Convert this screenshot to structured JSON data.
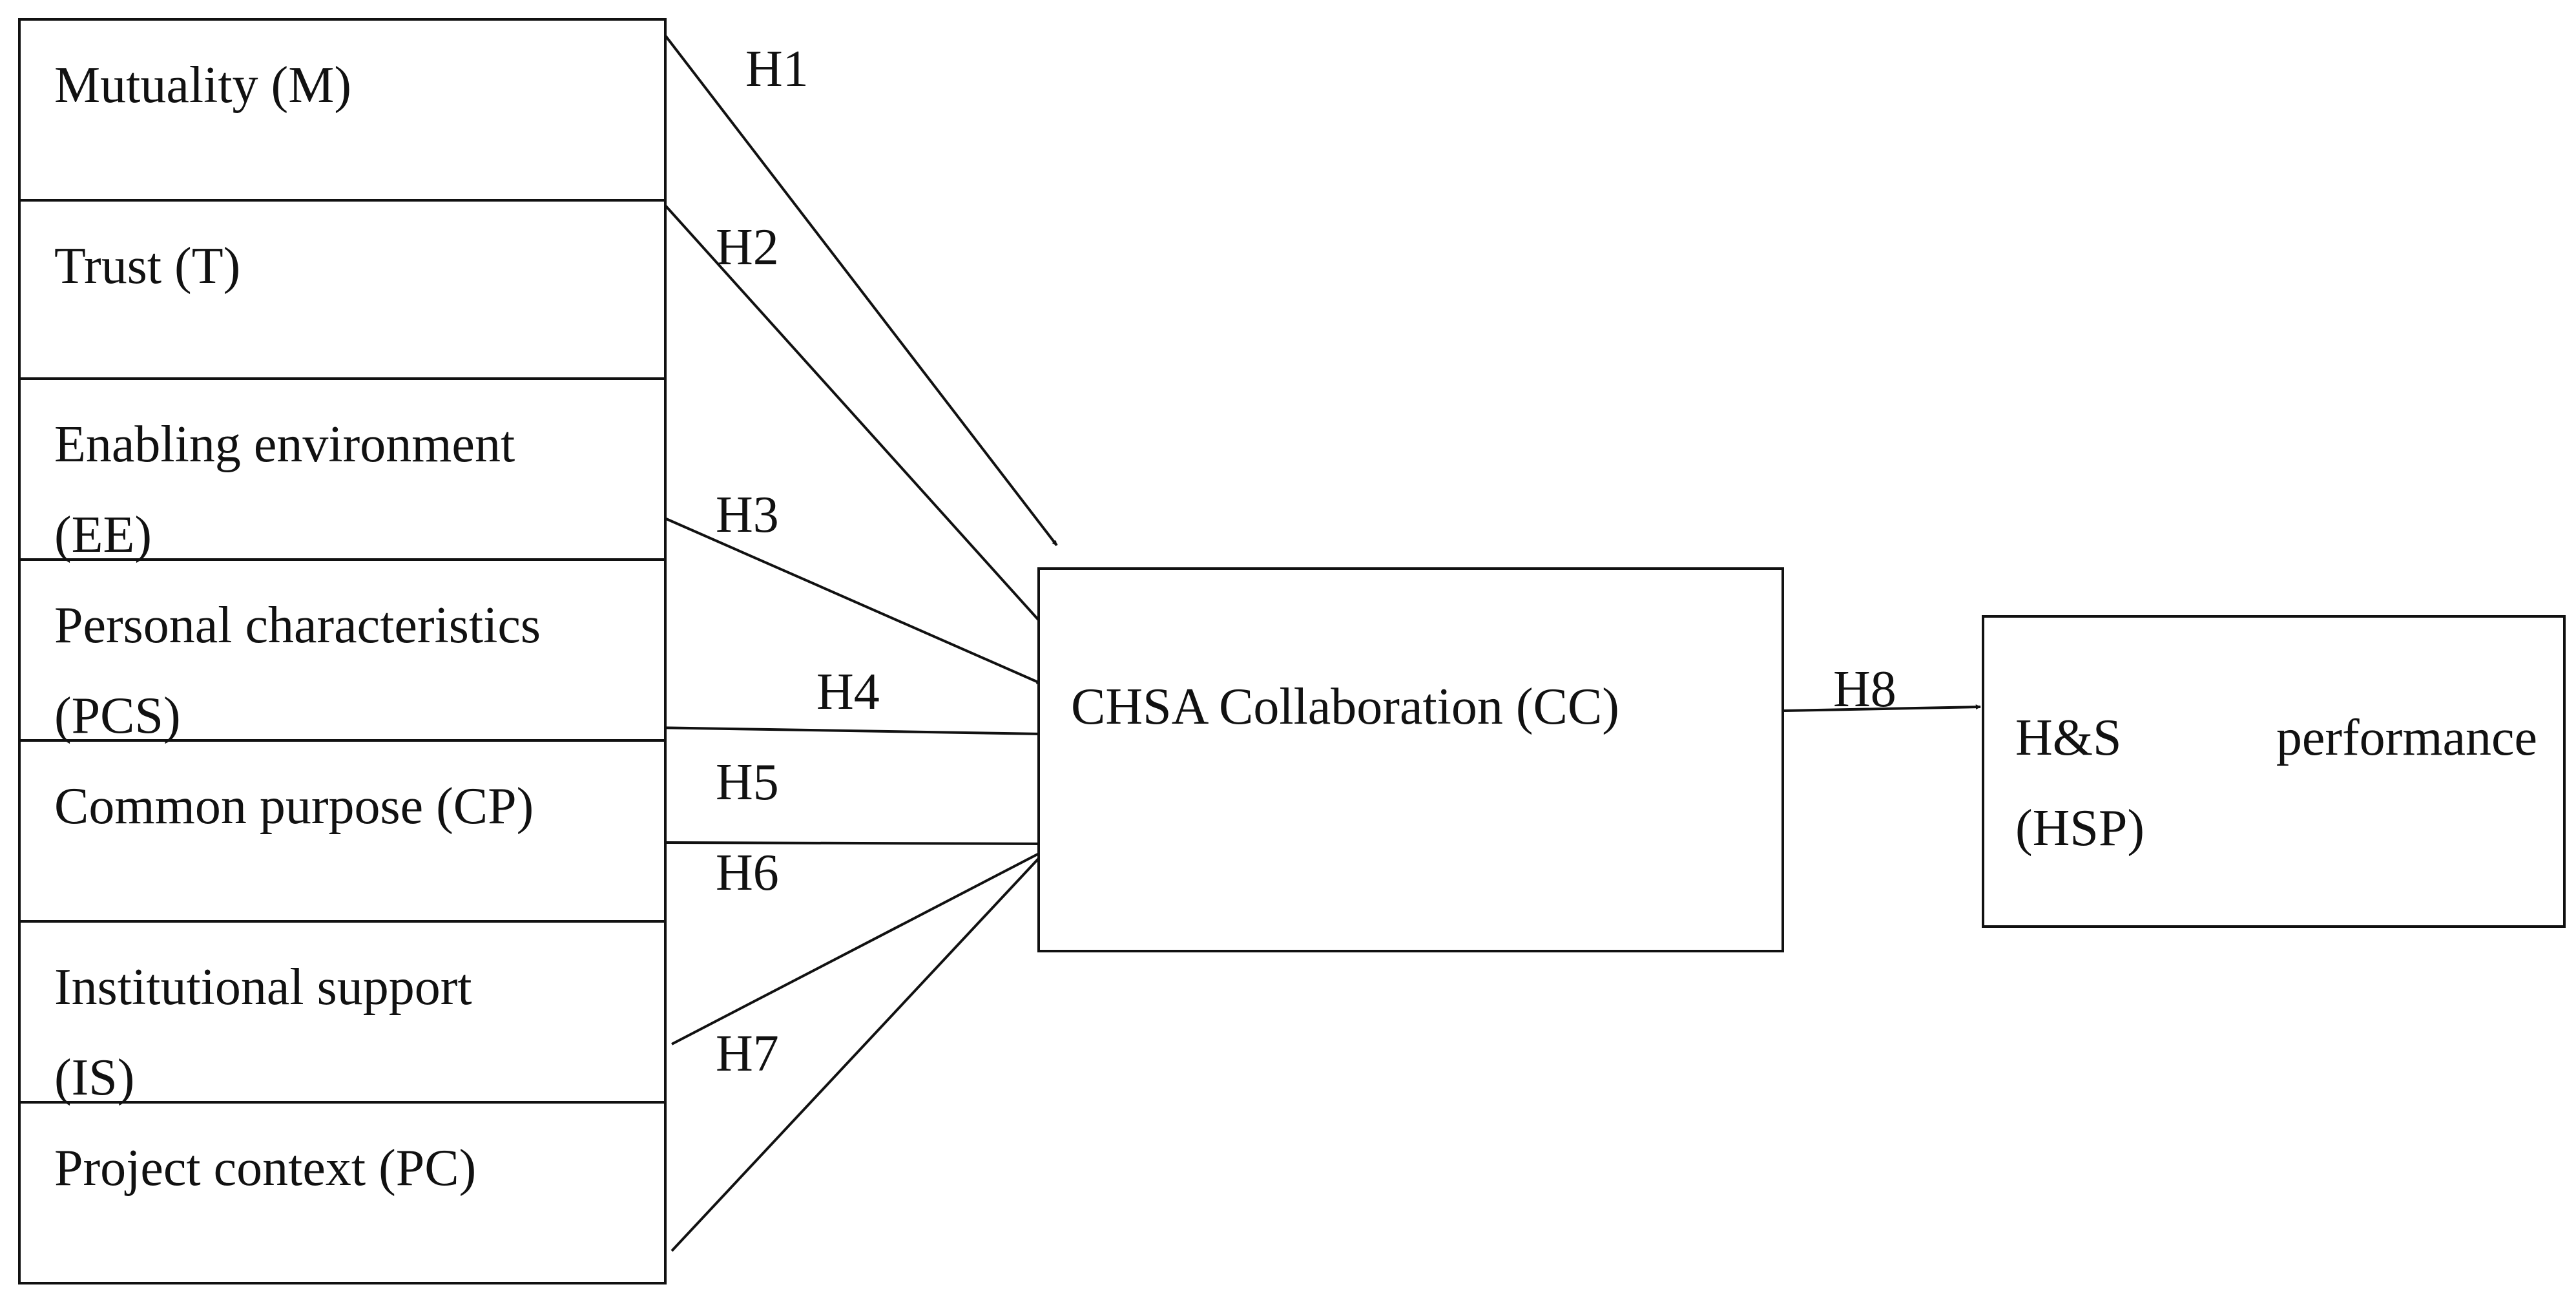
{
  "factors": [
    {
      "id": "M",
      "label": "Mutuality (M)",
      "lines": [
        "Mutuality (M)"
      ]
    },
    {
      "id": "T",
      "label": "Trust (T)",
      "lines": [
        "Trust (T)"
      ]
    },
    {
      "id": "EE",
      "label": "Enabling environment (EE)",
      "lines": [
        "Enabling environment",
        "(EE)"
      ]
    },
    {
      "id": "PCS",
      "label": "Personal characteristics (PCS)",
      "lines": [
        "Personal characteristics",
        "(PCS)"
      ]
    },
    {
      "id": "CP",
      "label": "Common purpose (CP)",
      "lines": [
        "Common purpose (CP)"
      ]
    },
    {
      "id": "IS",
      "label": "Institutional support (IS)",
      "lines": [
        "Institutional support",
        "(IS)"
      ]
    },
    {
      "id": "PC",
      "label": "Project context (PC)",
      "lines": [
        "Project context (PC)"
      ]
    }
  ],
  "mediator": {
    "label": "CHSA Collaboration (CC)"
  },
  "outcome": {
    "label": "H&S performance (HSP)",
    "lines": [
      "H&S performance",
      "(HSP)"
    ]
  },
  "hypotheses": [
    {
      "id": "H1",
      "from": "M",
      "to": "CC"
    },
    {
      "id": "H2",
      "from": "T",
      "to": "CC"
    },
    {
      "id": "H3",
      "from": "EE",
      "to": "CC"
    },
    {
      "id": "H4",
      "from": "PCS",
      "to": "CC"
    },
    {
      "id": "H5",
      "from": "CP",
      "to": "CC"
    },
    {
      "id": "H6",
      "from": "IS",
      "to": "CC"
    },
    {
      "id": "H7",
      "from": "PC",
      "to": "CC"
    },
    {
      "id": "H8",
      "from": "CC",
      "to": "HSP"
    }
  ]
}
